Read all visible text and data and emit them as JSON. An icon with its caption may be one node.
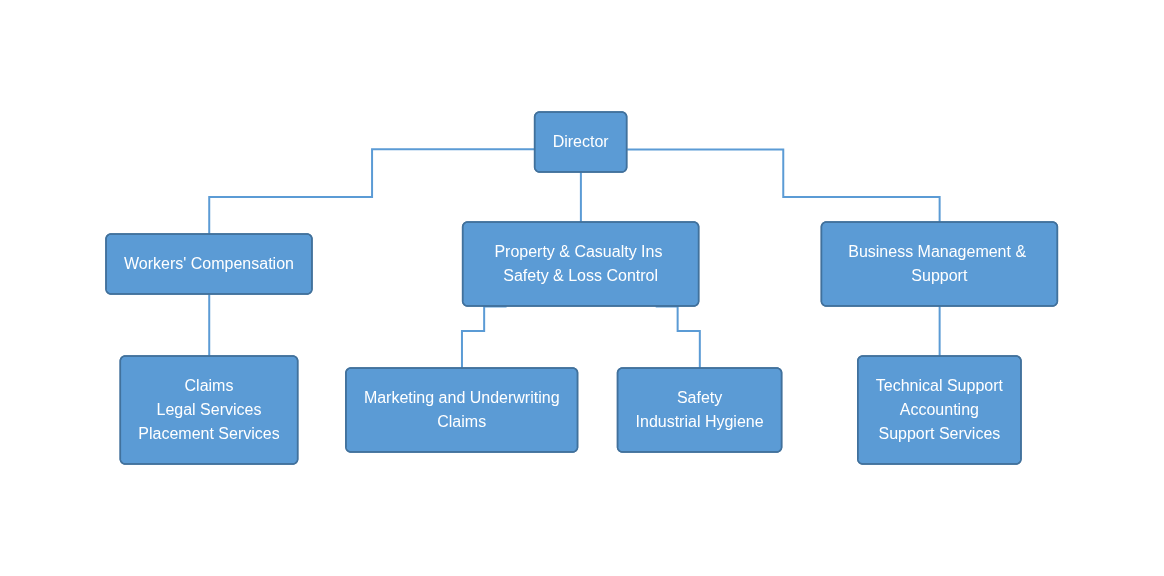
{
  "diagram": {
    "nodes": [
      {
        "text": [
          "Director"
        ]
      },
      {
        "text": [
          "Workers' Compensation"
        ]
      },
      {
        "text": [
          "Property & Casualty Ins Safety & Loss Control"
        ]
      },
      {
        "text": [
          "Business Management & Support"
        ]
      },
      {
        "text": [
          "Claims",
          "Legal Services",
          "Placement Services"
        ]
      },
      {
        "text": [
          "Marketing and Underwriting",
          "Claims"
        ]
      },
      {
        "text": [
          "Safety",
          "Industrial Hygiene"
        ]
      },
      {
        "text": [
          "Technical Support",
          "Accounting",
          "Support Services"
        ]
      }
    ],
    "edges": [
      {
        "from": 0,
        "to": 1,
        "arrow": "none"
      },
      {
        "from": 0,
        "to": 2,
        "arrow": "none"
      },
      {
        "from": 0,
        "to": 3,
        "arrow": "none"
      },
      {
        "from": 1,
        "to": 4,
        "arrow": "none"
      },
      {
        "from": 2,
        "to": 5,
        "arrow": "none"
      },
      {
        "from": 2,
        "to": 6,
        "arrow": "none"
      },
      {
        "from": 3,
        "to": 7,
        "arrow": "none"
      }
    ]
  }
}
